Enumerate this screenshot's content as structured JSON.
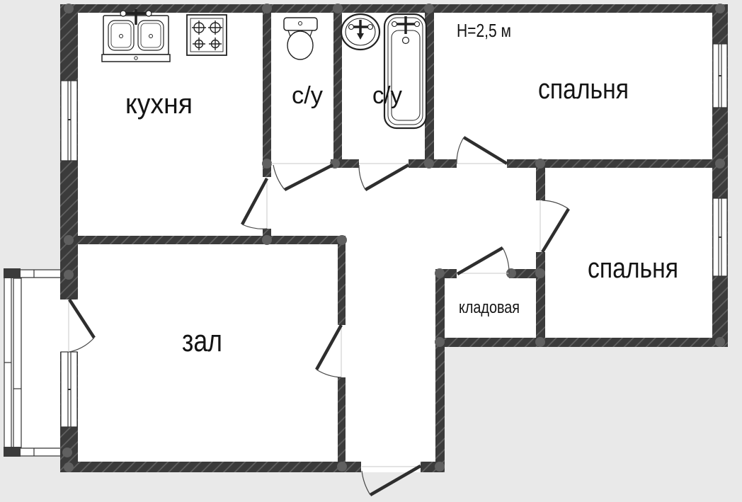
{
  "plan": {
    "annotation_height": "Н=2,5 м",
    "rooms": [
      {
        "id": "kitchen",
        "label": "кухня"
      },
      {
        "id": "bathroom-1",
        "label": "с/у"
      },
      {
        "id": "bathroom-2",
        "label": "с/у"
      },
      {
        "id": "bedroom-1",
        "label": "спальня"
      },
      {
        "id": "bedroom-2",
        "label": "спальня"
      },
      {
        "id": "living-room",
        "label": "зал"
      },
      {
        "id": "storage",
        "label": "кладовая"
      }
    ],
    "fixtures": [
      {
        "name": "kitchen-sink"
      },
      {
        "name": "stove"
      },
      {
        "name": "toilet"
      },
      {
        "name": "washbasin"
      },
      {
        "name": "bathtub"
      }
    ],
    "counts": {
      "windows": 4,
      "interior_doors": 8,
      "entrance_doors": 1,
      "balconies": 1
    },
    "colors": {
      "background": "#e9e9e9",
      "floor": "#ffffff",
      "wall": "#3b3b3b",
      "wall_hatch": "#636363",
      "node": "#606060",
      "outline": "#222222",
      "swing_arc": "#4a4a4a",
      "threshold": "#c8c8c8",
      "text": "#141414"
    }
  }
}
